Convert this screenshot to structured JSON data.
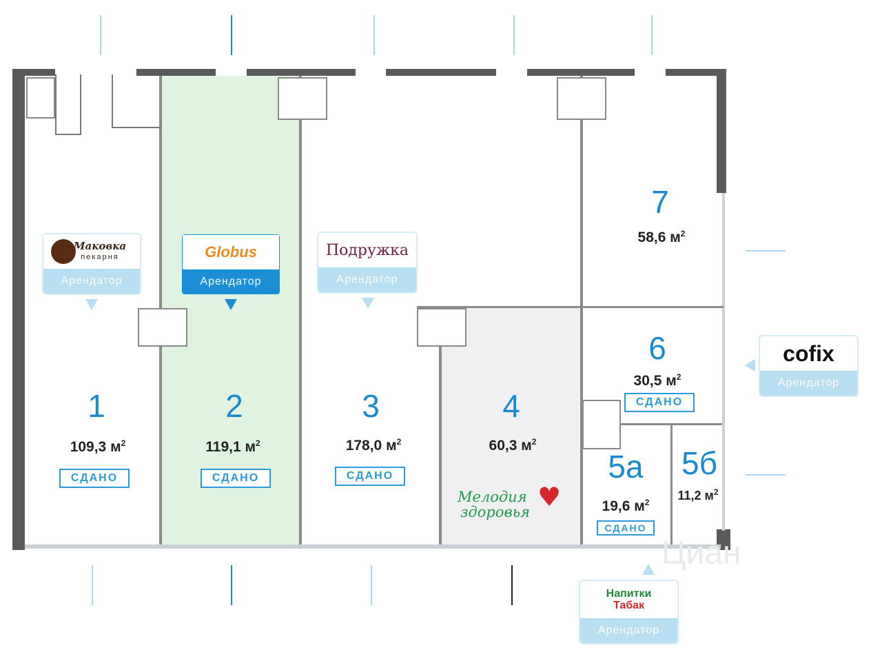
{
  "units": [
    {
      "number": "1",
      "area": "109,3 м",
      "status": "СДАНО"
    },
    {
      "number": "2",
      "area": "119,1 м",
      "status": "СДАНО"
    },
    {
      "number": "3",
      "area": "178,0 м",
      "status": "СДАНО"
    },
    {
      "number": "4",
      "area": "60,3 м"
    },
    {
      "number": "5а",
      "area": "19,6 м",
      "status": "СДАНО"
    },
    {
      "number": "5б",
      "area": "11,2 м"
    },
    {
      "number": "6",
      "area": "30,5 м",
      "status": "СДАНО"
    },
    {
      "number": "7",
      "area": "58,6 м"
    }
  ],
  "area_unit_exp": "2",
  "tenants": [
    {
      "name": "Маковка",
      "sub": "пекарня",
      "label": "Арендатор"
    },
    {
      "name": "Globus",
      "label": "Арендатор"
    },
    {
      "name": "Подружка",
      "label": "Арендатор"
    },
    {
      "name": "cofix",
      "label": "Арендатор"
    },
    {
      "name1": "Напитки",
      "name2": "Табак",
      "label": "Арендатор"
    }
  ],
  "unit4_tenant": {
    "line1": "Мелодия",
    "line2": "здоровья"
  },
  "watermark": "Циан",
  "colors": {
    "accent": "#1a8ad0",
    "rented_highlight": "#dff3e0",
    "unit4_fill": "#f0f0f2"
  }
}
